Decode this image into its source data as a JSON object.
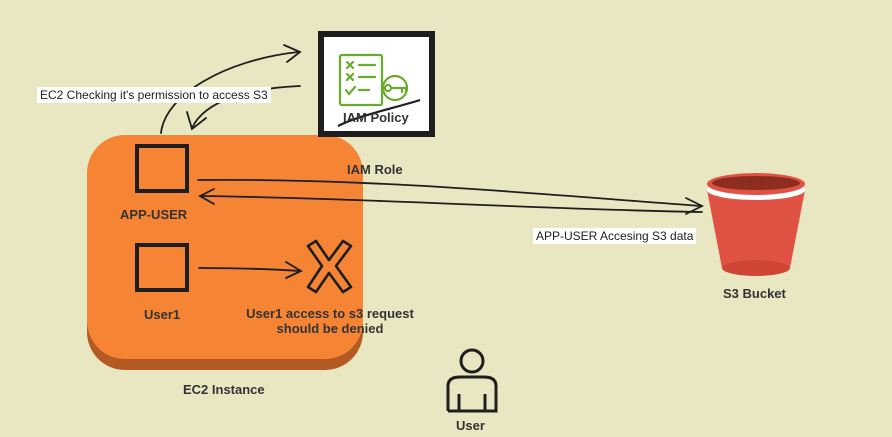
{
  "nodes": {
    "ec2_instance": "EC2 Instance",
    "app_user": "APP-USER",
    "user1": "User1",
    "iam_policy": "IAM Policy",
    "iam_role": "IAM Role",
    "s3_bucket": "S3 Bucket",
    "user": "User"
  },
  "edges": {
    "permission_check": "EC2 Checking it's permission to access S3",
    "s3_access": "APP-USER Accesing S3 data"
  },
  "denied_note": {
    "line1": "User1 access to s3 request",
    "line2": "should be denied"
  },
  "colors": {
    "ec2": "#f58534",
    "ec2_shadow": "#b35a24",
    "s3": "#e05243",
    "s3_top": "#8c2d20",
    "policy_green": "#6aaa2e",
    "background": "#e9e6c2"
  },
  "icons": [
    "checklist-key-icon",
    "deny-x-icon",
    "user-icon",
    "bucket-icon"
  ]
}
